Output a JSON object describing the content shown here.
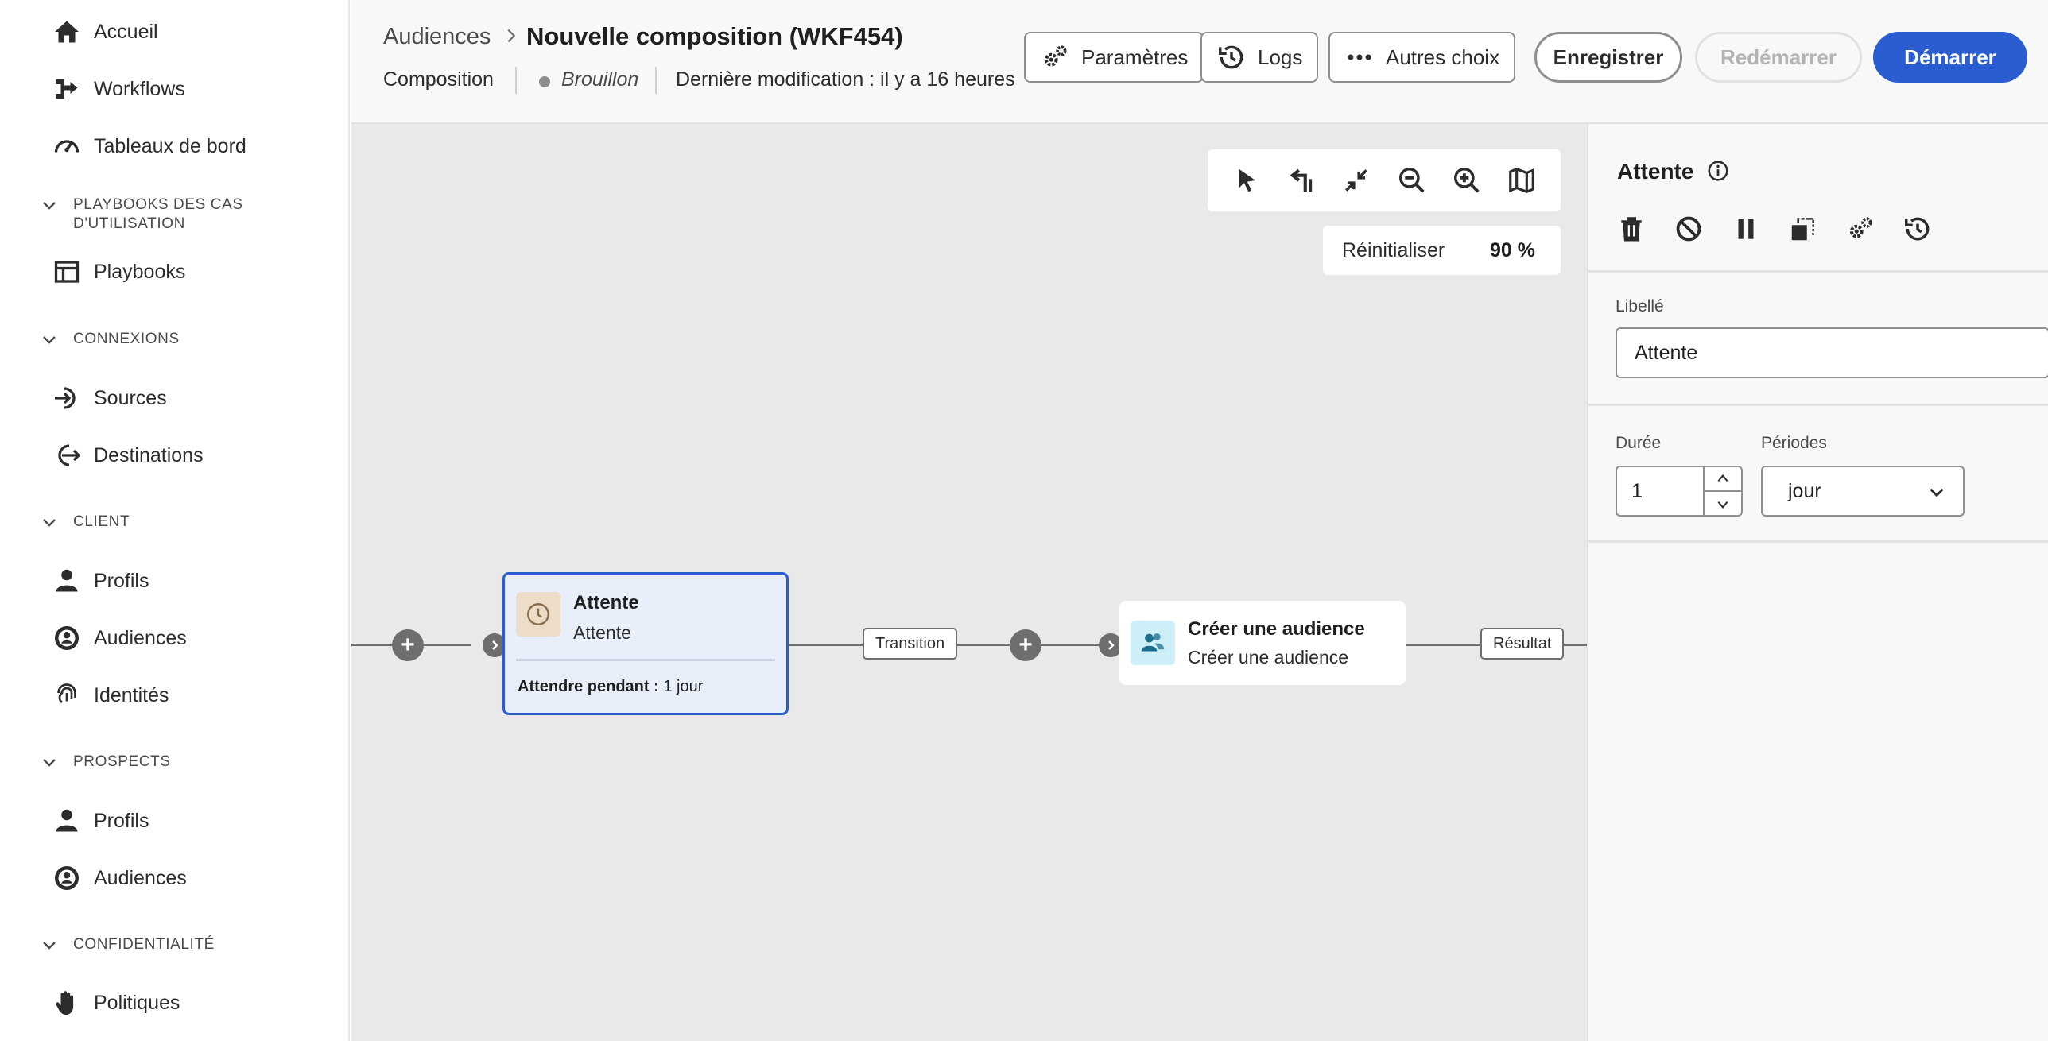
{
  "sidebar": {
    "top_items": [
      {
        "label": "Accueil",
        "icon": "home-icon"
      },
      {
        "label": "Workflows",
        "icon": "workflow-icon"
      },
      {
        "label": "Tableaux de bord",
        "icon": "gauge-icon"
      }
    ],
    "sections": [
      {
        "title_line1": "PLAYBOOKS DES CAS",
        "title_line2": "D'UTILISATION",
        "items": [
          {
            "label": "Playbooks",
            "icon": "playbook-icon"
          }
        ]
      },
      {
        "title": "CONNEXIONS",
        "items": [
          {
            "label": "Sources",
            "icon": "sources-icon"
          },
          {
            "label": "Destinations",
            "icon": "destinations-icon"
          }
        ]
      },
      {
        "title": "CLIENT",
        "items": [
          {
            "label": "Profils",
            "icon": "user-icon"
          },
          {
            "label": "Audiences",
            "icon": "audience-icon"
          },
          {
            "label": "Identités",
            "icon": "fingerprint-icon"
          }
        ]
      },
      {
        "title": "PROSPECTS",
        "items": [
          {
            "label": "Profils",
            "icon": "user-icon"
          },
          {
            "label": "Audiences",
            "icon": "audience-icon"
          }
        ]
      },
      {
        "title": "CONFIDENTIALITÉ",
        "items": [
          {
            "label": "Politiques",
            "icon": "hand-icon"
          }
        ]
      }
    ]
  },
  "header": {
    "breadcrumb_parent": "Audiences",
    "title": "Nouvelle composition (WKF454)",
    "type": "Composition",
    "status": "Brouillon",
    "last_modified": "Dernière modification : il y a 16 heures",
    "buttons": {
      "settings": "Paramètres",
      "logs": "Logs",
      "more": "Autres choix",
      "save": "Enregistrer",
      "restart": "Redémarrer",
      "start": "Démarrer"
    }
  },
  "canvas": {
    "reset_label": "Réinitialiser",
    "zoom": "90 %",
    "nodes": [
      {
        "title": "Attente",
        "subtitle": "Attente",
        "footer_label": "Attendre pendant :",
        "footer_value": "1 jour",
        "selected": true
      },
      {
        "title": "Créer une audience",
        "subtitle": "Créer une audience",
        "selected": false
      }
    ],
    "transitions": [
      "Transition",
      "Résultat"
    ]
  },
  "panel": {
    "title": "Attente",
    "label_field": "Libellé",
    "label_value": "Attente",
    "duration_label": "Durée",
    "duration_value": "1",
    "periods_label": "Périodes",
    "periods_value": "jour"
  },
  "colors": {
    "accent": "#2a5dd0",
    "canvas_bg": "#e9e9e9",
    "selected_node_bg": "#e8effb",
    "wait_icon_bg": "#eddcc8",
    "audience_icon_bg": "#cdeff7"
  }
}
